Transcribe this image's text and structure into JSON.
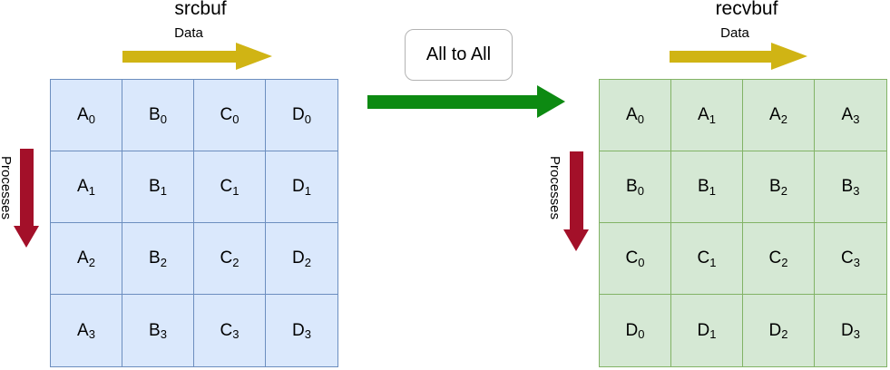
{
  "colors": {
    "blue_fill": "#dae8fc",
    "blue_stroke": "#6c8ebf",
    "green_fill": "#d5e8d4",
    "green_stroke": "#82b366",
    "arrow_yellow": "#d0b414",
    "arrow_green": "#0d8a12",
    "arrow_red": "#a31029",
    "box_border": "#b3b3b3",
    "text": "#000000"
  },
  "center": {
    "operation_label": "All to All"
  },
  "left_buffer": {
    "title": "srcbuf",
    "data_label": "Data",
    "processes_label": "Processes",
    "cells": [
      [
        "A0",
        "B0",
        "C0",
        "D0"
      ],
      [
        "A1",
        "B1",
        "C1",
        "D1"
      ],
      [
        "A2",
        "B2",
        "C2",
        "D2"
      ],
      [
        "A3",
        "B3",
        "C3",
        "D3"
      ]
    ]
  },
  "right_buffer": {
    "title": "recvbuf",
    "data_label": "Data",
    "processes_label": "Processes",
    "cells": [
      [
        "A0",
        "A1",
        "A2",
        "A3"
      ],
      [
        "B0",
        "B1",
        "B2",
        "B3"
      ],
      [
        "C0",
        "C1",
        "C2",
        "C3"
      ],
      [
        "D0",
        "D1",
        "D2",
        "D3"
      ]
    ]
  }
}
